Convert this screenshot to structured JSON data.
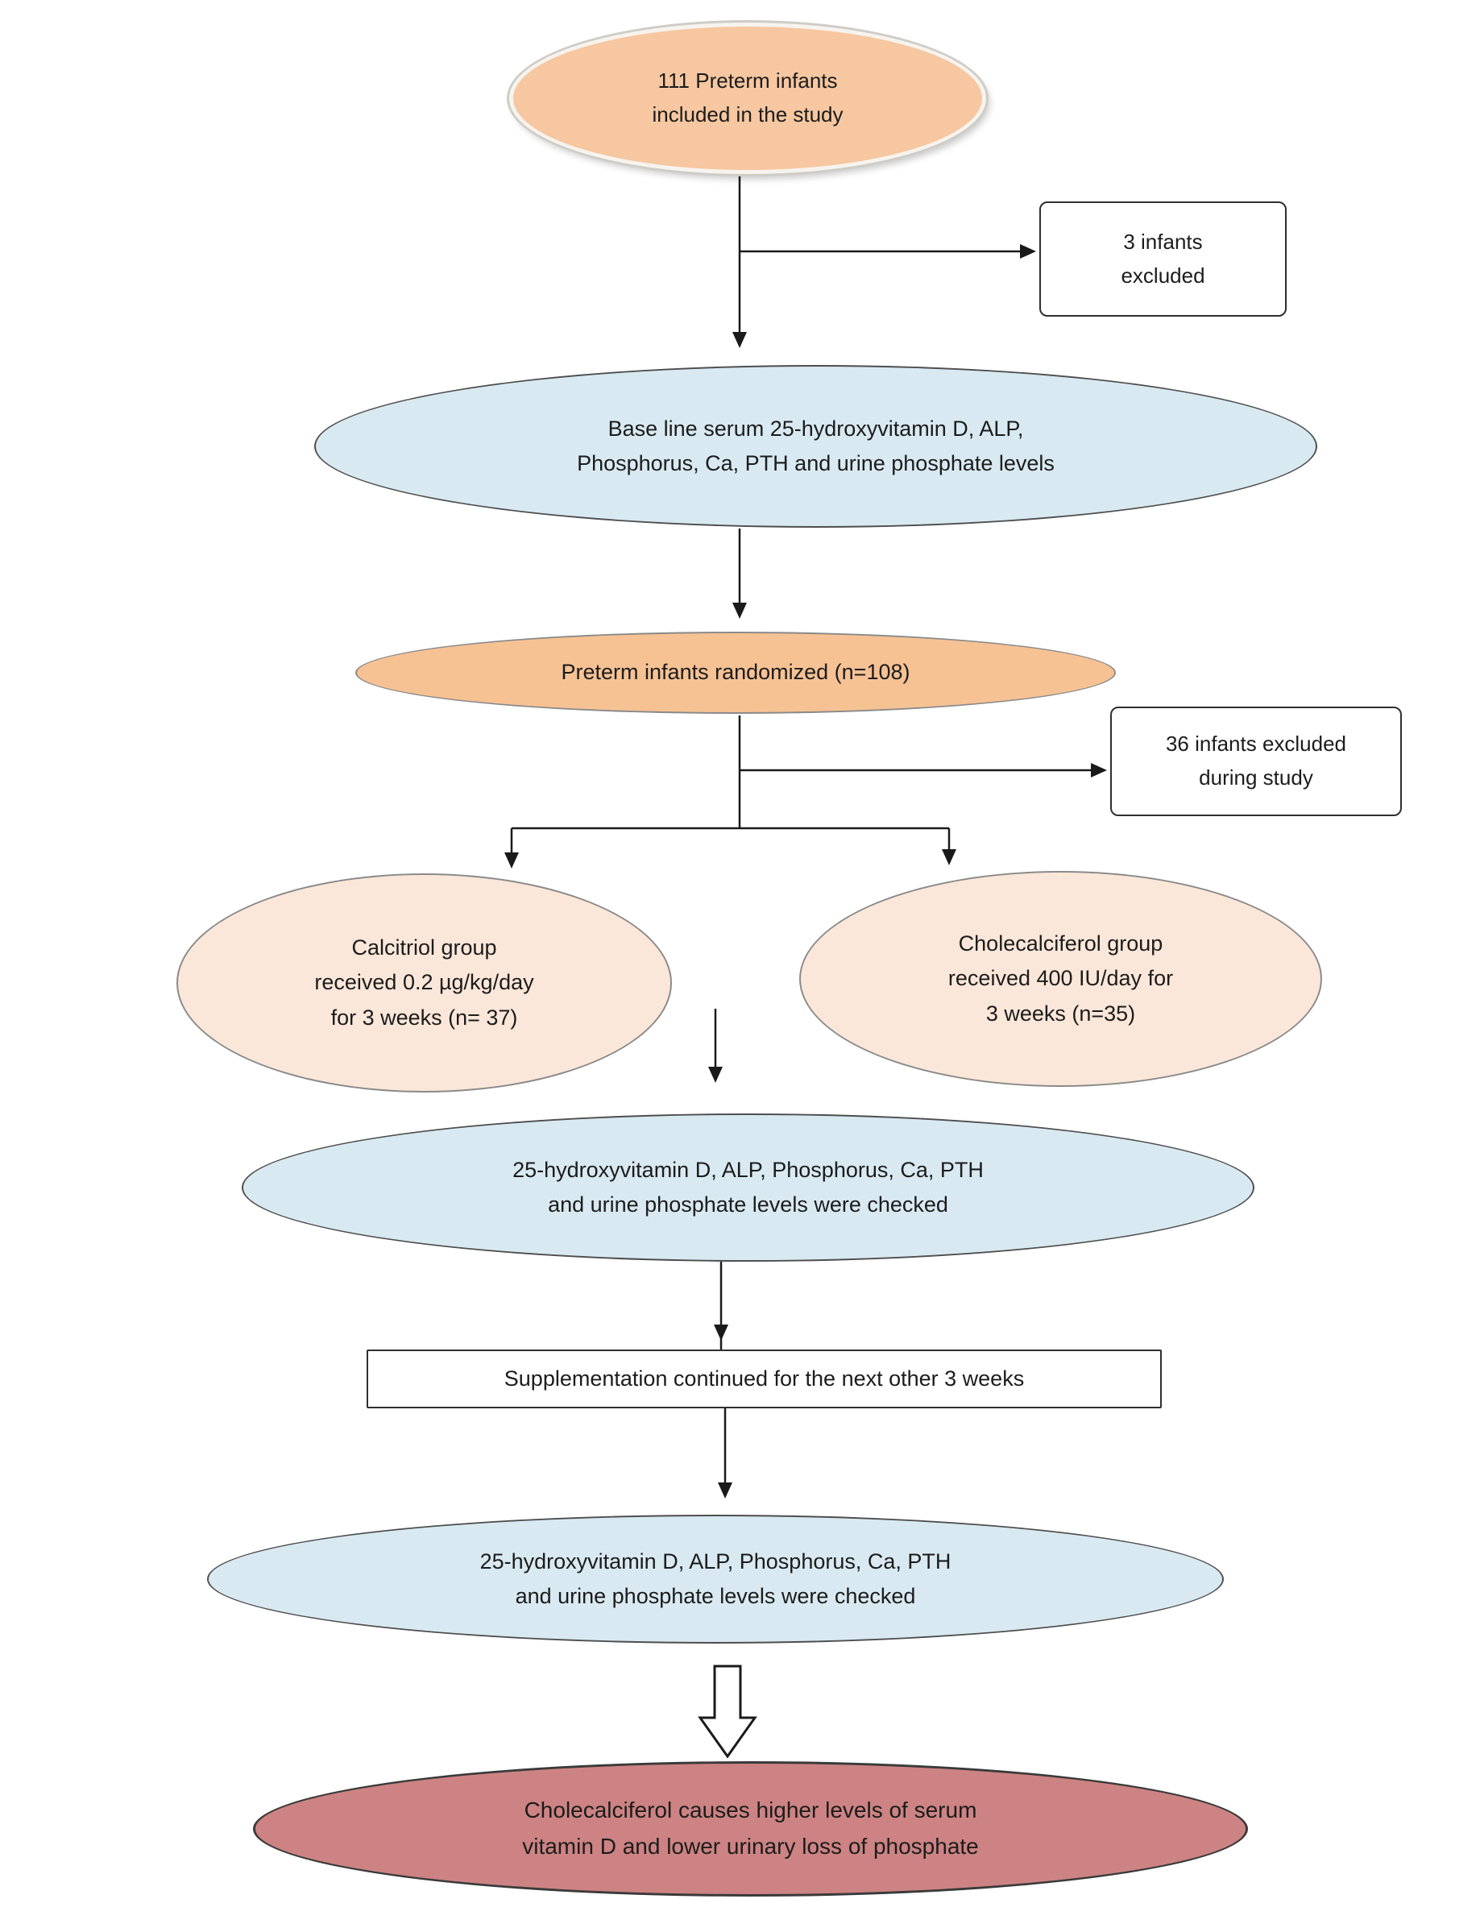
{
  "nodes": {
    "start": {
      "lines": [
        "111 Preterm infants",
        "included in the study"
      ]
    },
    "excluded3": {
      "lines": [
        "3 infants",
        "excluded"
      ]
    },
    "baseline": {
      "lines": [
        "Base line serum 25-hydroxyvitamin D, ALP,",
        "Phosphorus, Ca, PTH and urine phosphate levels"
      ]
    },
    "randomized": {
      "lines": [
        "Preterm infants randomized (n=108)"
      ]
    },
    "excluded36": {
      "lines": [
        "36 infants excluded",
        "during study"
      ]
    },
    "calcitriol": {
      "lines": [
        "Calcitriol group",
        "received 0.2 µg/kg/day",
        "for 3 weeks (n= 37)"
      ]
    },
    "cholecalciferol": {
      "lines": [
        "Cholecalciferol group",
        "received 400 IU/day for",
        "3 weeks (n=35)"
      ]
    },
    "check1": {
      "lines": [
        "25-hydroxyvitamin D, ALP, Phosphorus, Ca, PTH",
        "and urine phosphate levels were checked"
      ]
    },
    "supplementation": {
      "lines": [
        "Supplementation continued for the next other 3 weeks"
      ]
    },
    "check2": {
      "lines": [
        "25-hydroxyvitamin D, ALP, Phosphorus, Ca, PTH",
        "and urine phosphate levels were checked"
      ]
    },
    "conclusion": {
      "lines": [
        "Cholecalciferol causes higher levels of serum",
        "vitamin D and lower urinary loss of phosphate"
      ]
    }
  },
  "colors": {
    "start_fill": "#f6c7a0",
    "blue_fill": "#d9e9f1",
    "orange_fill": "#f6c294",
    "peach_fill": "#fbe7d9",
    "rose_fill": "#cd8383",
    "box_fill": "#ffffff",
    "line_color": "#1a1a1a",
    "text_color": "#1c1c1c"
  }
}
